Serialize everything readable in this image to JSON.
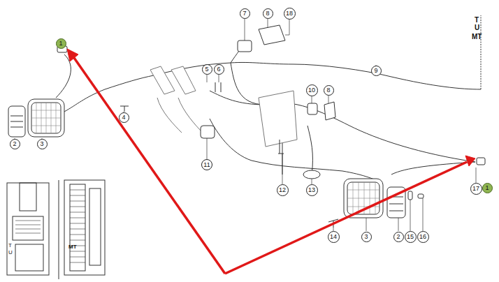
{
  "diagram": {
    "nodes": [
      {
        "text": [
          "1"
        ]
      },
      {
        "text": [
          "2"
        ]
      },
      {
        "text": [
          "3"
        ]
      },
      {
        "text": [
          "4"
        ]
      },
      {
        "text": [
          "5"
        ]
      },
      {
        "text": [
          "6"
        ]
      },
      {
        "text": [
          "7"
        ]
      },
      {
        "text": [
          "8"
        ]
      },
      {
        "text": [
          "18"
        ]
      },
      {
        "text": [
          "9"
        ]
      },
      {
        "text": [
          "10"
        ]
      },
      {
        "text": [
          "8"
        ]
      },
      {
        "text": [
          "11"
        ]
      },
      {
        "text": [
          "12"
        ]
      },
      {
        "text": [
          "13"
        ]
      },
      {
        "text": [
          "14"
        ]
      },
      {
        "text": [
          "3"
        ]
      },
      {
        "text": [
          "2"
        ]
      },
      {
        "text": [
          "15"
        ]
      },
      {
        "text": [
          "16"
        ]
      },
      {
        "text": [
          "17"
        ]
      },
      {
        "text": [
          "1"
        ]
      }
    ],
    "labels": [
      "T",
      "U",
      "MT",
      "T",
      "U",
      "MT"
    ]
  }
}
